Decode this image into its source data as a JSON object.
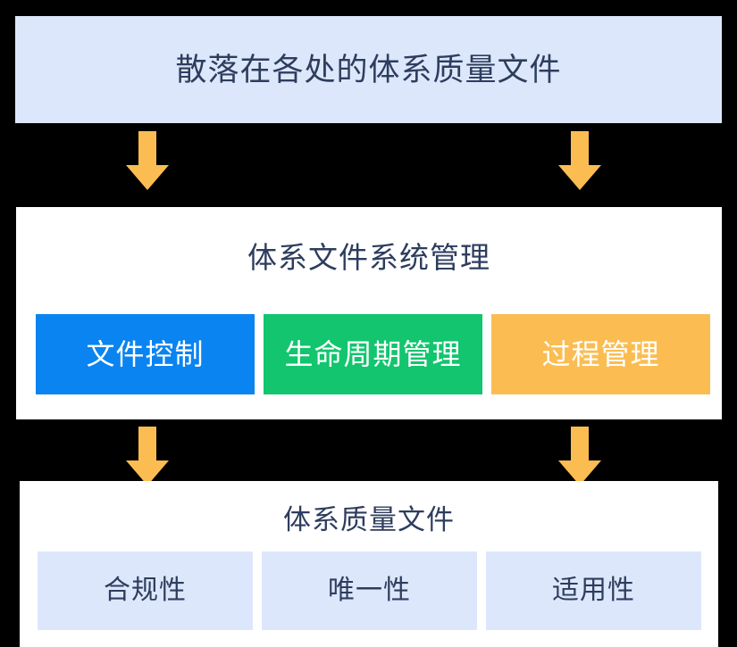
{
  "diagram": {
    "background_color": "#000000",
    "accent_text_color": "#2e3d5e",
    "arrow_color": "#fbbd51",
    "top": {
      "title": "散落在各处的体系质量文件",
      "background_color": "#dde7fb"
    },
    "middle": {
      "title": "体系文件系统管理",
      "background_color": "#ffffff",
      "tiles": [
        {
          "label": "文件控制",
          "color": "#0a84f0"
        },
        {
          "label": "生命周期管理",
          "color": "#12c56e"
        },
        {
          "label": "过程管理",
          "color": "#fbbd51"
        }
      ]
    },
    "bottom": {
      "title": "体系质量文件",
      "background_color": "#ffffff",
      "tiles": [
        {
          "label": "合规性",
          "color": "#dde7fb"
        },
        {
          "label": "唯一性",
          "color": "#dde7fb"
        },
        {
          "label": "适用性",
          "color": "#dde7fb"
        }
      ]
    },
    "arrows": [
      {
        "name": "arrow-top-left",
        "direction": "down"
      },
      {
        "name": "arrow-top-right",
        "direction": "down"
      },
      {
        "name": "arrow-mid-left",
        "direction": "down"
      },
      {
        "name": "arrow-mid-right",
        "direction": "down"
      }
    ]
  }
}
